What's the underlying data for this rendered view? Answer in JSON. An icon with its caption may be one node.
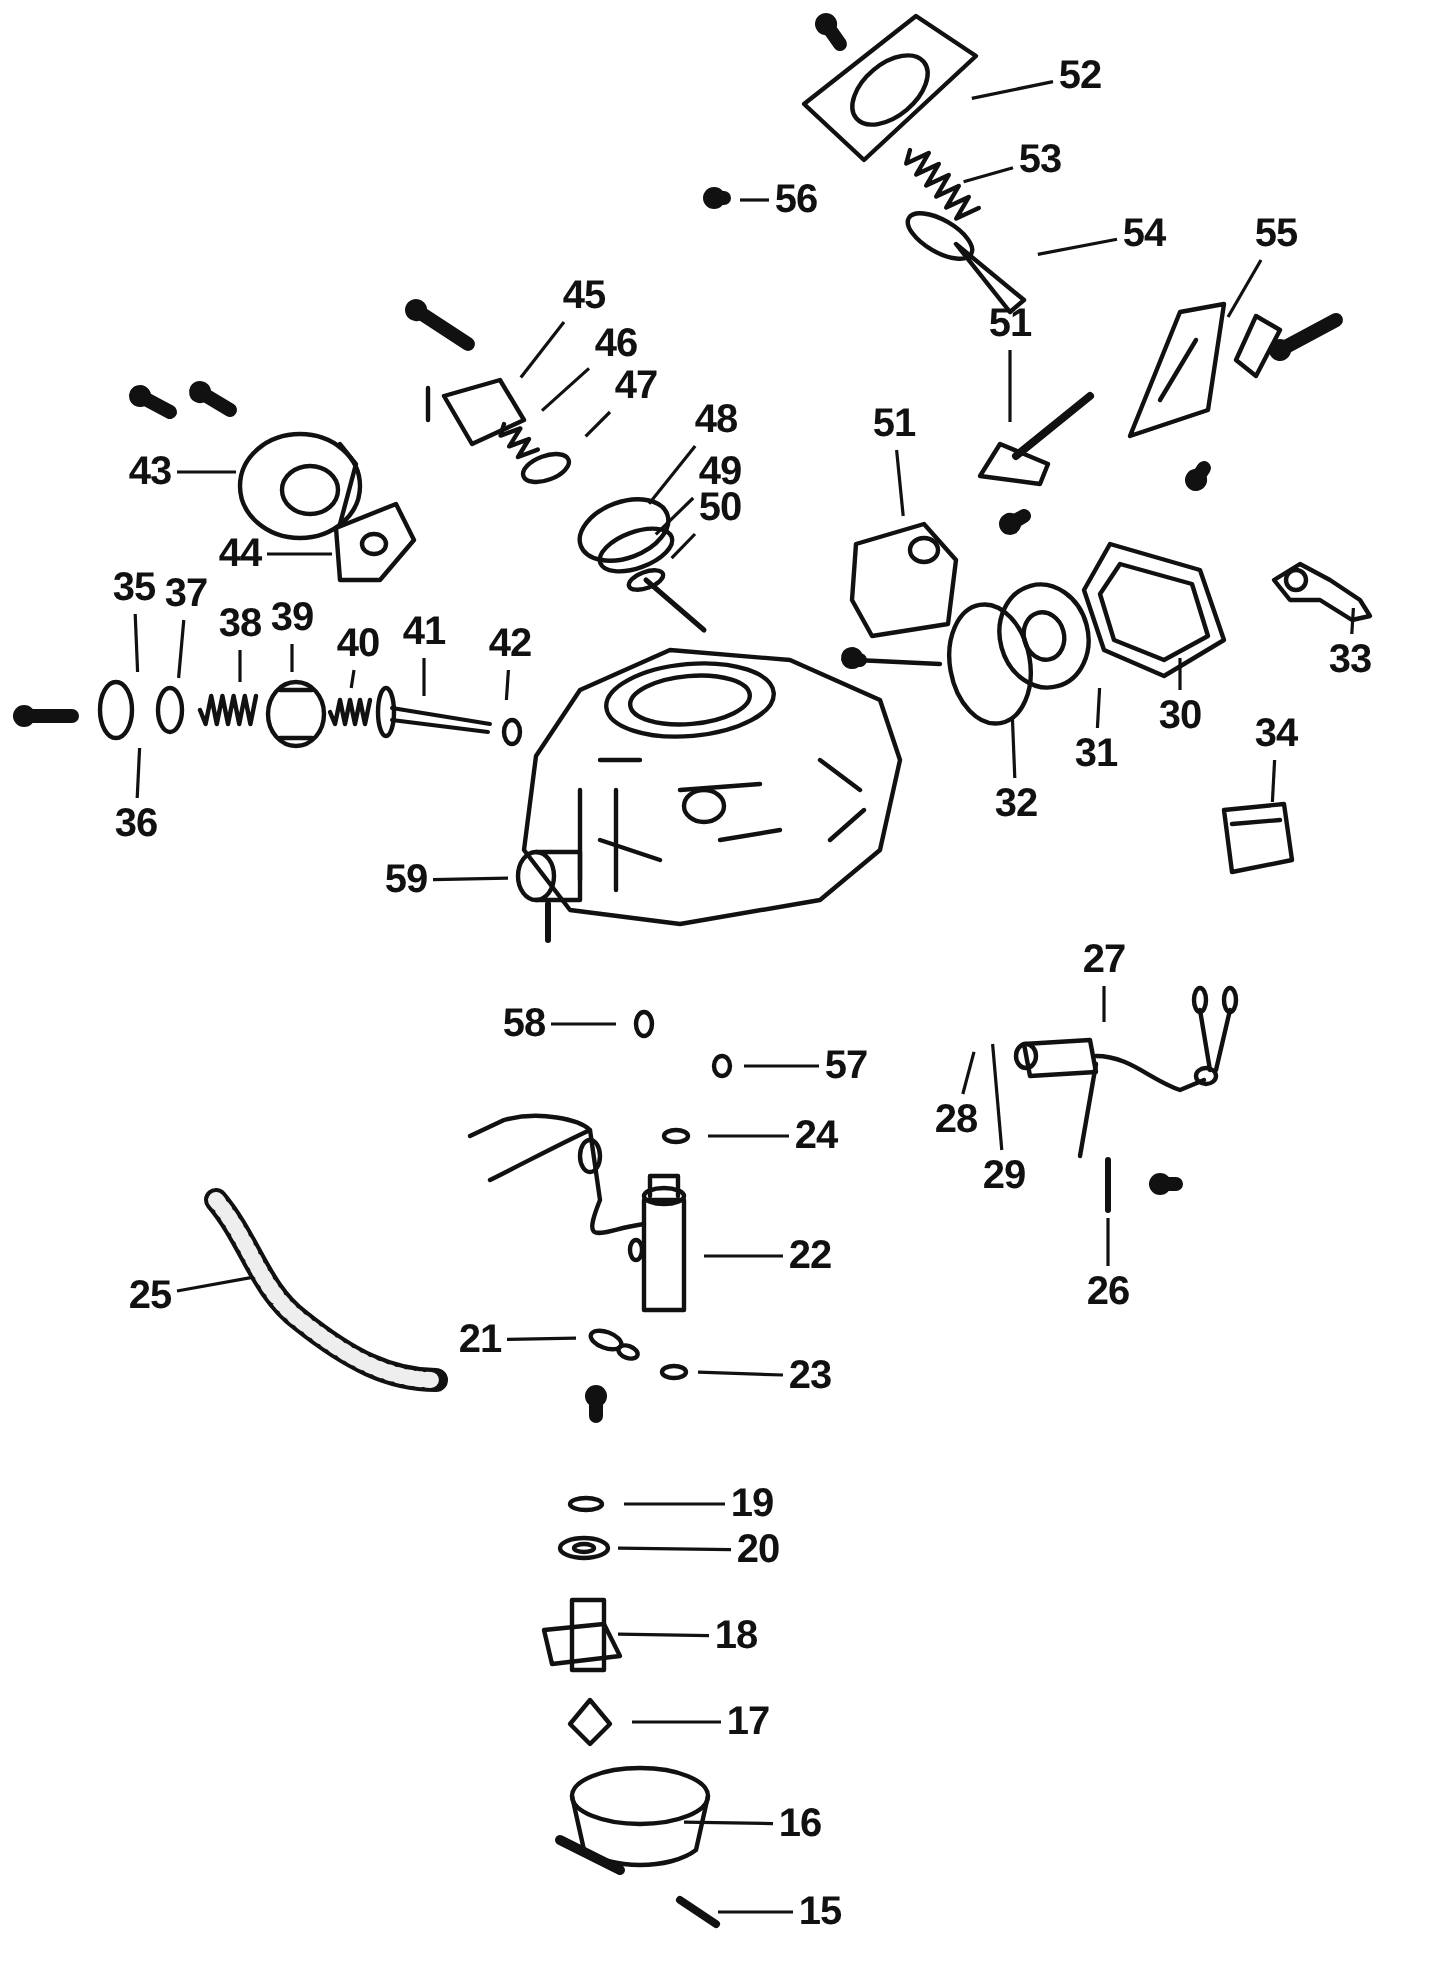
{
  "diagram": {
    "nodes": [
      {
        "text": [
          "52"
        ]
      },
      {
        "text": [
          "56"
        ]
      },
      {
        "text": [
          "53"
        ]
      },
      {
        "text": [
          "45"
        ]
      },
      {
        "text": [
          "54"
        ]
      },
      {
        "text": [
          "55"
        ]
      },
      {
        "text": [
          "46"
        ]
      },
      {
        "text": [
          "47"
        ]
      },
      {
        "text": [
          "51"
        ]
      },
      {
        "text": [
          "48"
        ]
      },
      {
        "text": [
          "49"
        ]
      },
      {
        "text": [
          "43"
        ]
      },
      {
        "text": [
          "51"
        ]
      },
      {
        "text": [
          "50"
        ]
      },
      {
        "text": [
          "44"
        ]
      },
      {
        "text": [
          "35"
        ]
      },
      {
        "text": [
          "37"
        ]
      },
      {
        "text": [
          "38"
        ]
      },
      {
        "text": [
          "39"
        ]
      },
      {
        "text": [
          "40"
        ]
      },
      {
        "text": [
          "41"
        ]
      },
      {
        "text": [
          "42"
        ]
      },
      {
        "text": [
          "33"
        ]
      },
      {
        "text": [
          "30"
        ]
      },
      {
        "text": [
          "31"
        ]
      },
      {
        "text": [
          "32"
        ]
      },
      {
        "text": [
          "34"
        ]
      },
      {
        "text": [
          "36"
        ]
      },
      {
        "text": [
          "59"
        ]
      },
      {
        "text": [
          "58"
        ]
      },
      {
        "text": [
          "27"
        ]
      },
      {
        "text": [
          "57"
        ]
      },
      {
        "text": [
          "28"
        ]
      },
      {
        "text": [
          "24"
        ]
      },
      {
        "text": [
          "29"
        ]
      },
      {
        "text": [
          "22"
        ]
      },
      {
        "text": [
          "25"
        ]
      },
      {
        "text": [
          "26"
        ]
      },
      {
        "text": [
          "21"
        ]
      },
      {
        "text": [
          "23"
        ]
      },
      {
        "text": [
          "19"
        ]
      },
      {
        "text": [
          "20"
        ]
      },
      {
        "text": [
          "18"
        ]
      },
      {
        "text": [
          "17"
        ]
      },
      {
        "text": [
          "16"
        ]
      },
      {
        "text": [
          "15"
        ]
      }
    ],
    "edges": [
      {
        "from": 0,
        "to": null,
        "arrow": "none"
      },
      {
        "from": 1,
        "to": null,
        "arrow": "none"
      },
      {
        "from": 2,
        "to": null,
        "arrow": "none"
      },
      {
        "from": 3,
        "to": null,
        "arrow": "none"
      },
      {
        "from": 4,
        "to": null,
        "arrow": "none"
      },
      {
        "from": 5,
        "to": null,
        "arrow": "none"
      },
      {
        "from": 6,
        "to": null,
        "arrow": "none"
      },
      {
        "from": 7,
        "to": null,
        "arrow": "none"
      },
      {
        "from": 8,
        "to": null,
        "arrow": "none"
      },
      {
        "from": 9,
        "to": null,
        "arrow": "none"
      },
      {
        "from": 10,
        "to": null,
        "arrow": "none"
      },
      {
        "from": 11,
        "to": null,
        "arrow": "none"
      },
      {
        "from": 12,
        "to": null,
        "arrow": "none"
      },
      {
        "from": 13,
        "to": null,
        "arrow": "none"
      },
      {
        "from": 14,
        "to": null,
        "arrow": "none"
      },
      {
        "from": 15,
        "to": null,
        "arrow": "none"
      },
      {
        "from": 16,
        "to": null,
        "arrow": "none"
      },
      {
        "from": 17,
        "to": null,
        "arrow": "none"
      },
      {
        "from": 18,
        "to": null,
        "arrow": "none"
      },
      {
        "from": 19,
        "to": null,
        "arrow": "none"
      },
      {
        "from": 20,
        "to": null,
        "arrow": "none"
      },
      {
        "from": 21,
        "to": null,
        "arrow": "none"
      },
      {
        "from": 22,
        "to": null,
        "arrow": "none"
      },
      {
        "from": 23,
        "to": null,
        "arrow": "none"
      },
      {
        "from": 24,
        "to": null,
        "arrow": "none"
      },
      {
        "from": 25,
        "to": null,
        "arrow": "none"
      },
      {
        "from": 26,
        "to": null,
        "arrow": "none"
      },
      {
        "from": 27,
        "to": null,
        "arrow": "none"
      },
      {
        "from": 28,
        "to": null,
        "arrow": "none"
      },
      {
        "from": 29,
        "to": null,
        "arrow": "none"
      },
      {
        "from": 30,
        "to": null,
        "arrow": "none"
      },
      {
        "from": 31,
        "to": null,
        "arrow": "none"
      },
      {
        "from": 32,
        "to": null,
        "arrow": "none"
      },
      {
        "from": 33,
        "to": null,
        "arrow": "none"
      },
      {
        "from": 34,
        "to": null,
        "arrow": "none"
      },
      {
        "from": 35,
        "to": null,
        "arrow": "none"
      },
      {
        "from": 36,
        "to": null,
        "arrow": "none"
      },
      {
        "from": 37,
        "to": null,
        "arrow": "none"
      },
      {
        "from": 38,
        "to": null,
        "arrow": "none"
      },
      {
        "from": 39,
        "to": null,
        "arrow": "none"
      },
      {
        "from": 40,
        "to": null,
        "arrow": "none"
      },
      {
        "from": 41,
        "to": null,
        "arrow": "none"
      },
      {
        "from": 42,
        "to": null,
        "arrow": "none"
      },
      {
        "from": 43,
        "to": null,
        "arrow": "none"
      },
      {
        "from": 44,
        "to": null,
        "arrow": "none"
      },
      {
        "from": 45,
        "to": null,
        "arrow": "none"
      }
    ]
  }
}
